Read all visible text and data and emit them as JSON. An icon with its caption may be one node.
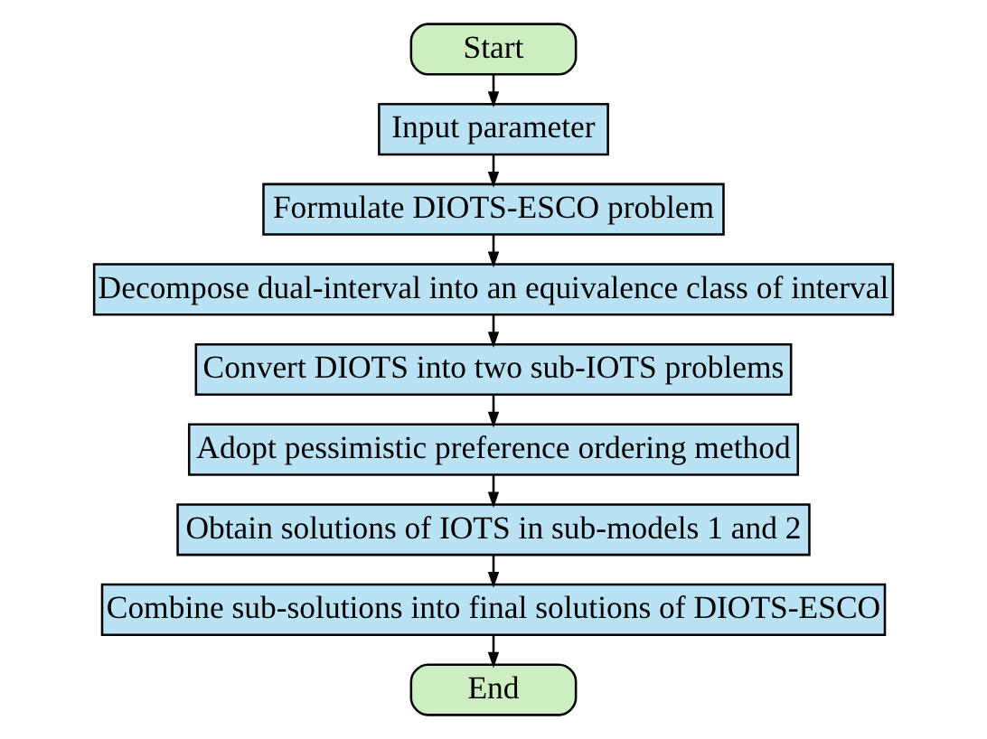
{
  "diagram": {
    "nodes": [
      {
        "text": [
          "Start"
        ]
      },
      {
        "text": [
          "Input parameter"
        ]
      },
      {
        "text": [
          "Formulate DIOTS-ESCO problem"
        ]
      },
      {
        "text": [
          "Decompose dual-interval into an equivalence class of interval"
        ]
      },
      {
        "text": [
          "Convert DIOTS into two sub-IOTS problems"
        ]
      },
      {
        "text": [
          "Adopt pessimistic preference ordering method"
        ]
      },
      {
        "text": [
          "Obtain solutions of IOTS in sub-models 1 and 2"
        ]
      },
      {
        "text": [
          "Combine sub-solutions into final solutions of DIOTS-ESCO"
        ]
      },
      {
        "text": [
          "End"
        ]
      }
    ],
    "edges": [
      {
        "from": 0,
        "to": 1,
        "arrow": "to"
      },
      {
        "from": 1,
        "to": 2,
        "arrow": "to"
      },
      {
        "from": 2,
        "to": 3,
        "arrow": "to"
      },
      {
        "from": 3,
        "to": 4,
        "arrow": "to"
      },
      {
        "from": 4,
        "to": 5,
        "arrow": "to"
      },
      {
        "from": 5,
        "to": 6,
        "arrow": "to"
      },
      {
        "from": 6,
        "to": 7,
        "arrow": "to"
      },
      {
        "from": 7,
        "to": 8,
        "arrow": "to"
      }
    ]
  }
}
